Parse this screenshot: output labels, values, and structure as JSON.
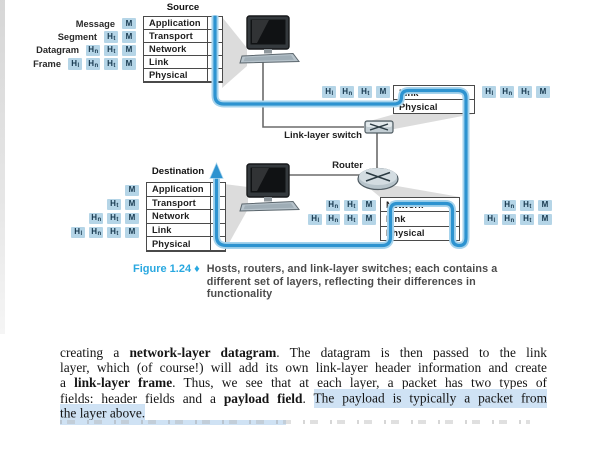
{
  "colors": {
    "path_blue": "#2d93d0",
    "path_halo": "#a6d3ec",
    "token_bg": "#b5d5e7",
    "token_text": "#17394f",
    "figure_label_blue": "#29a8e0",
    "caption_text": "#4c4c4c",
    "highlight": "#cfe2f4",
    "beam_gray": "#dcdcdc"
  },
  "figure": {
    "source": {
      "title": "Source",
      "layers": [
        "Application",
        "Transport",
        "Network",
        "Link",
        "Physical"
      ],
      "pdu_rows": [
        {
          "label": "Message",
          "tokens": [
            "M"
          ]
        },
        {
          "label": "Segment",
          "tokens": [
            "Ht",
            "M"
          ]
        },
        {
          "label": "Datagram",
          "tokens": [
            "Hn",
            "Ht",
            "M"
          ]
        },
        {
          "label": "Frame",
          "tokens": [
            "Hl",
            "Hn",
            "Ht",
            "M"
          ]
        }
      ]
    },
    "destination": {
      "title": "Destination",
      "layers": [
        "Application",
        "Transport",
        "Network",
        "Link",
        "Physical"
      ],
      "pdu_rows": [
        {
          "label": "",
          "tokens": [
            "M"
          ]
        },
        {
          "label": "",
          "tokens": [
            "Ht",
            "M"
          ]
        },
        {
          "label": "",
          "tokens": [
            "Hn",
            "Ht",
            "M"
          ]
        },
        {
          "label": "",
          "tokens": [
            "Hl",
            "Hn",
            "Ht",
            "M"
          ]
        }
      ]
    },
    "link_switch": {
      "label": "Link-layer switch",
      "layers": [
        "Link",
        "Physical"
      ],
      "left_tokens": [
        [
          "Hl",
          "Hn",
          "Ht",
          "M"
        ]
      ],
      "right_tokens": [
        [
          "Hl",
          "Hn",
          "Ht",
          "M"
        ]
      ]
    },
    "router": {
      "label": "Router",
      "layers": [
        "Network",
        "Link",
        "Physical"
      ],
      "left_tokens": [
        [
          "Hn",
          "Ht",
          "M"
        ],
        [
          "Hl",
          "Hn",
          "Ht",
          "M"
        ]
      ],
      "right_tokens": [
        [
          "Hn",
          "Ht",
          "M"
        ],
        [
          "Hl",
          "Hn",
          "Ht",
          "M"
        ]
      ]
    }
  },
  "caption": {
    "figure_label": "Figure 1.24",
    "separator": "♦",
    "lines": [
      "Hosts, routers, and link-layer switches; each contains a",
      "different set of layers, reflecting their differences in",
      "functionality"
    ]
  },
  "body": {
    "lines": [
      [
        {
          "text": "creating a "
        },
        {
          "text": "network-layer datagram",
          "bold": true
        },
        {
          "text": ". The datagram is then passed to the link"
        }
      ],
      [
        {
          "text": "layer, which (of course!) will add its own link-layer header information and create"
        }
      ],
      [
        {
          "text": "a "
        },
        {
          "text": "link-layer frame",
          "bold": true
        },
        {
          "text": ". Thus, we see that at each layer, a packet has two types of"
        }
      ],
      [
        {
          "text": "fields: header fields and a "
        },
        {
          "text": "payload field",
          "bold": true
        },
        {
          "text": ". "
        },
        {
          "text": "The payload is typically a packet from",
          "highlight": true
        }
      ],
      [
        {
          "text": "the layer above.",
          "highlight": true
        }
      ]
    ]
  }
}
